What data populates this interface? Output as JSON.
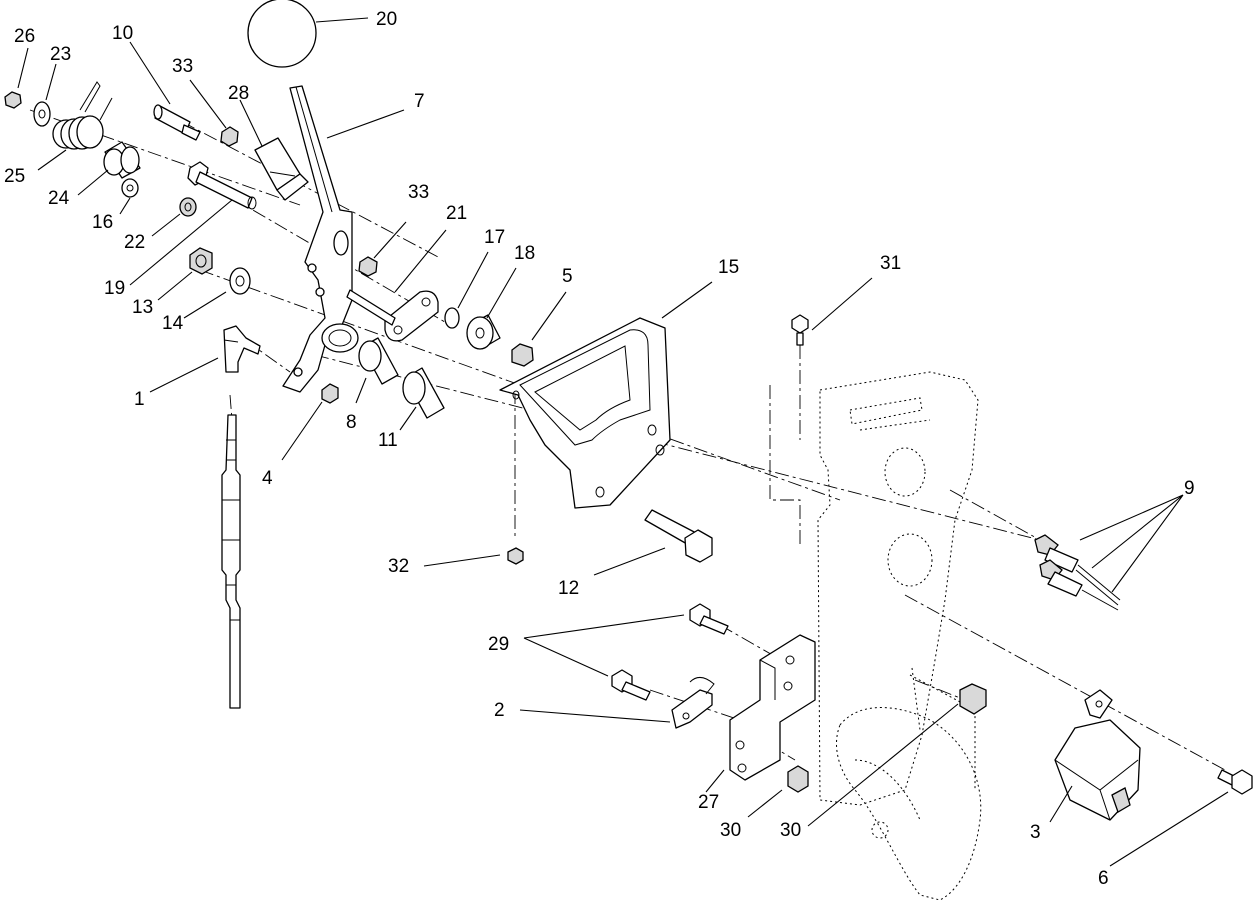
{
  "callouts": [
    {
      "id": "c26",
      "label": "26"
    },
    {
      "id": "c23",
      "label": "23"
    },
    {
      "id": "c10",
      "label": "10"
    },
    {
      "id": "c33a",
      "label": "33"
    },
    {
      "id": "c28",
      "label": "28"
    },
    {
      "id": "c20",
      "label": "20"
    },
    {
      "id": "c7",
      "label": "7"
    },
    {
      "id": "c25",
      "label": "25"
    },
    {
      "id": "c24",
      "label": "24"
    },
    {
      "id": "c16",
      "label": "16"
    },
    {
      "id": "c22",
      "label": "22"
    },
    {
      "id": "c19",
      "label": "19"
    },
    {
      "id": "c33b",
      "label": "33"
    },
    {
      "id": "c21",
      "label": "21"
    },
    {
      "id": "c17",
      "label": "17"
    },
    {
      "id": "c18",
      "label": "18"
    },
    {
      "id": "c5",
      "label": "5"
    },
    {
      "id": "c15",
      "label": "15"
    },
    {
      "id": "c31",
      "label": "31"
    },
    {
      "id": "c13",
      "label": "13"
    },
    {
      "id": "c14",
      "label": "14"
    },
    {
      "id": "c1",
      "label": "1"
    },
    {
      "id": "c8",
      "label": "8"
    },
    {
      "id": "c11",
      "label": "11"
    },
    {
      "id": "c4",
      "label": "4"
    },
    {
      "id": "c9",
      "label": "9"
    },
    {
      "id": "c32",
      "label": "32"
    },
    {
      "id": "c12",
      "label": "12"
    },
    {
      "id": "c29",
      "label": "29"
    },
    {
      "id": "c2",
      "label": "2"
    },
    {
      "id": "c27",
      "label": "27"
    },
    {
      "id": "c30a",
      "label": "30"
    },
    {
      "id": "c30b",
      "label": "30"
    },
    {
      "id": "c3",
      "label": "3"
    },
    {
      "id": "c6",
      "label": "6"
    }
  ]
}
